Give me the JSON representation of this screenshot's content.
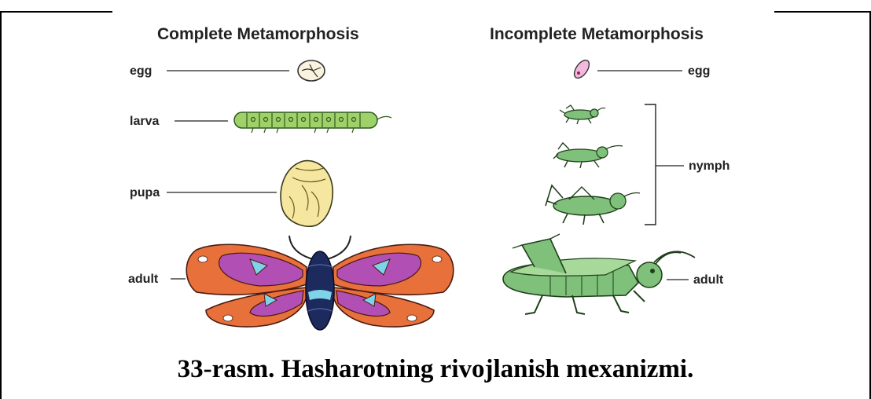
{
  "headings": {
    "complete": "Complete Metamorphosis",
    "incomplete": "Incomplete Metamorphosis"
  },
  "complete_stages": {
    "egg": "egg",
    "larva": "larva",
    "pupa": "pupa",
    "adult": "adult"
  },
  "incomplete_stages": {
    "egg": "egg",
    "nymph": "nymph",
    "adult": "adult"
  },
  "caption": "33-rasm. Hasharotning rivojlanish mexanizmi.",
  "colors": {
    "larva_green": "#9fd16a",
    "pupa_yellow": "#f5e6a0",
    "wing_orange": "#e8703a",
    "wing_purple": "#b24fb5",
    "body_navy": "#1c2a5e",
    "grasshopper_green": "#7fc07a",
    "egg_pink": "#f2b9dc"
  }
}
